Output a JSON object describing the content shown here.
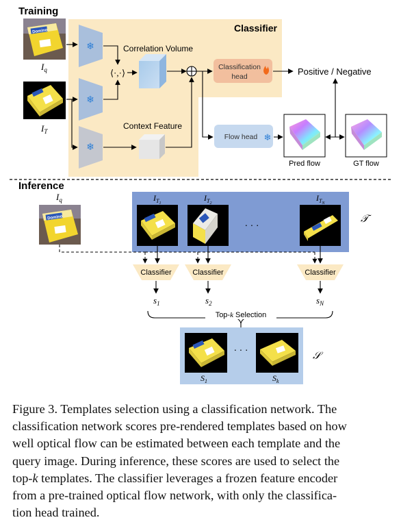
{
  "training": {
    "section_label": "Training",
    "classifier_label": "Classifier",
    "correlation_volume_label": "Correlation Volume",
    "inner_product_symbol": "⟨·,·⟩",
    "context_feature_label": "Context Feature",
    "classification_head_line1": "Classification",
    "classification_head_line2": "head",
    "positive_negative_label": "Positive / Negative",
    "flow_head_label": "Flow head",
    "pred_flow_label": "Pred flow",
    "gt_flow_label": "GT flow",
    "query_label": "I",
    "query_sub": "q",
    "template_label": "I",
    "template_sub": "T",
    "query_image_text": "Domino",
    "plus_symbol": "⊕",
    "frozen_icon": "snowflake-icon",
    "trainable_icon": "flame-icon"
  },
  "inference": {
    "section_label": "Inference",
    "query_label": "I",
    "query_sub": "q",
    "template_set_symbol": "𝒯",
    "templates": [
      {
        "label": "I",
        "sub": "T",
        "subsub": "1"
      },
      {
        "label": "I",
        "sub": "T",
        "subsub": "2"
      },
      {
        "label": "I",
        "sub": "T",
        "subsub": "N"
      }
    ],
    "ellipsis": "· · ·",
    "classifier_labels": [
      "Classifier",
      "Classifier",
      "Classifier"
    ],
    "scores": [
      {
        "label": "s",
        "sub": "1"
      },
      {
        "label": "s",
        "sub": "2"
      },
      {
        "label": "s",
        "sub": "N"
      }
    ],
    "topk_label_prefix": "Top-",
    "topk_label_k": "k",
    "topk_label_suffix": " Selection",
    "selected_set_symbol": "𝒮",
    "selected": [
      {
        "label": "S",
        "sub": "1"
      },
      {
        "label": "S",
        "sub": "k"
      }
    ],
    "selected_ellipsis": "· · ·"
  },
  "colors": {
    "classifier_bg": "#fbe9c4",
    "encoder_blue": "#a9bfdc",
    "context_gray": "#c4c7cf",
    "cls_head": "#f2bf9e",
    "flow_head": "#c6d9ef",
    "template_bg": "#7f9bd3",
    "selected_bg": "#b5cdea",
    "box_yellow": "#f4e04a"
  },
  "caption": {
    "line1": "Figure 3. Templates selection using a classification network. The",
    "line2": "classification network scores pre-rendered templates based on how",
    "line3": "well optical flow can be estimated between each template and the",
    "line4": "query image. During inference, these scores are used to select the",
    "line5a": "top-",
    "line5k": "k",
    "line5b": " templates. The classifier leverages a frozen feature encoder",
    "line6": "from a pre-trained optical flow network, with only the classifica-",
    "line7": "tion head trained."
  }
}
